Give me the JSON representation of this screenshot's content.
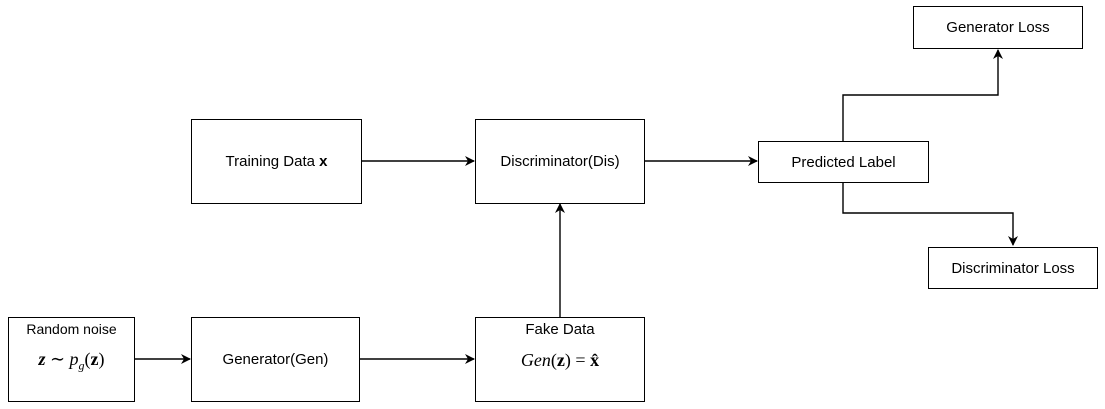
{
  "nodes": {
    "training_data": {
      "label": "Training Data ",
      "var": "x"
    },
    "discriminator": {
      "label": "Discriminator(Dis)"
    },
    "predicted_label": {
      "label": "Predicted Label"
    },
    "generator_loss": {
      "label": "Generator Loss"
    },
    "discriminator_loss": {
      "label": "Discriminator Loss"
    },
    "random_noise": {
      "label": "Random noise",
      "formula": {
        "z": "z",
        "sim": "∼",
        "p": "p",
        "sub": "g",
        "open": "(",
        "zb": "z",
        "close": ")"
      }
    },
    "generator": {
      "label": "Generator(Gen)"
    },
    "fake_data": {
      "label": "Fake Data",
      "formula": {
        "gen": "Gen",
        "open": "(",
        "zb": "z",
        "close": ")",
        "eq": " = ",
        "xhat": "x̂"
      }
    }
  },
  "edges": [
    {
      "from": "training_data",
      "to": "discriminator"
    },
    {
      "from": "discriminator",
      "to": "predicted_label"
    },
    {
      "from": "predicted_label",
      "to": "generator_loss"
    },
    {
      "from": "predicted_label",
      "to": "discriminator_loss"
    },
    {
      "from": "random_noise",
      "to": "generator"
    },
    {
      "from": "generator",
      "to": "fake_data"
    },
    {
      "from": "fake_data",
      "to": "discriminator"
    }
  ]
}
